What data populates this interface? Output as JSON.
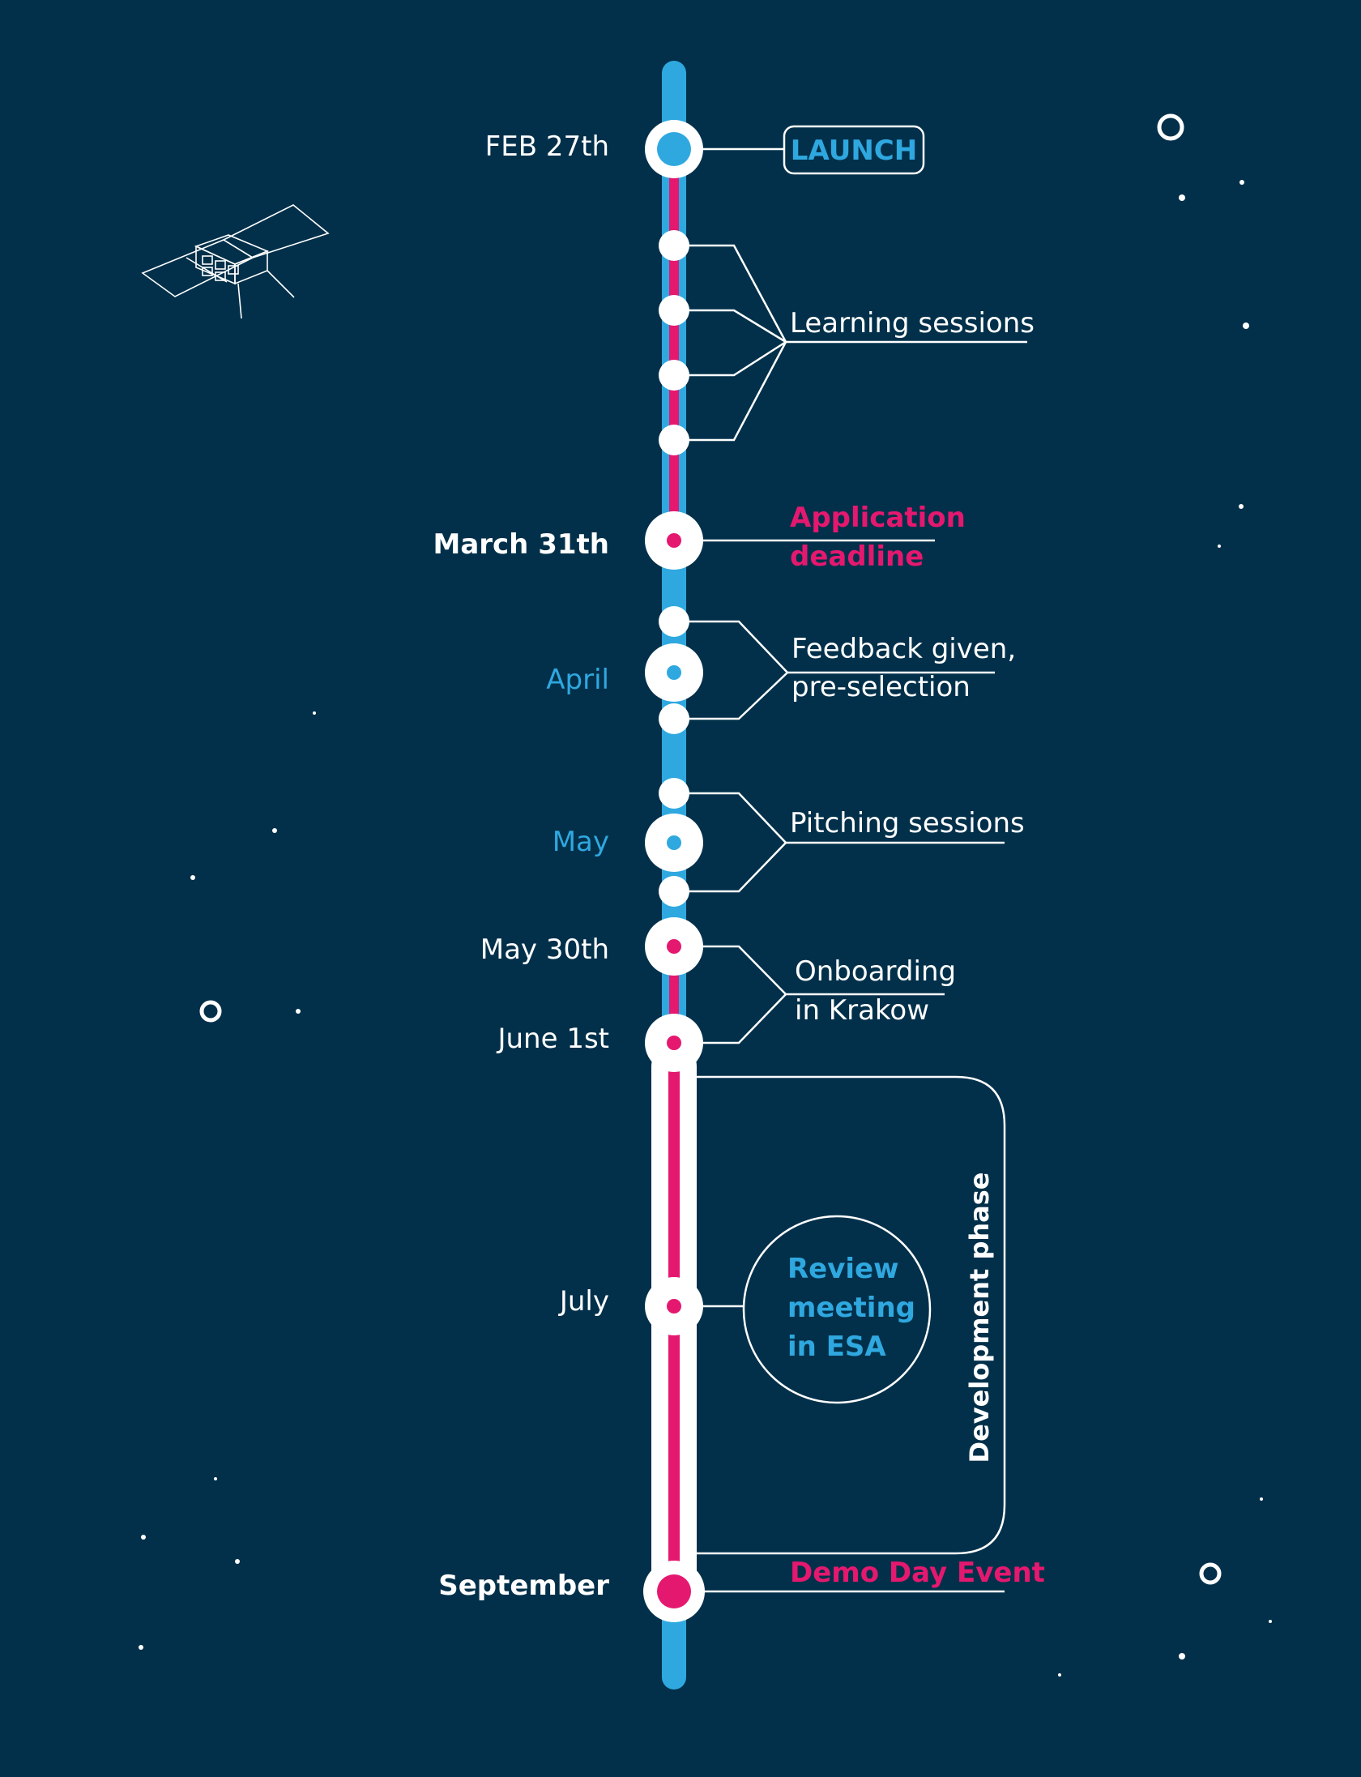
{
  "colors": {
    "background": "#02304a",
    "timeline_blue": "#2fa8e0",
    "accent_pink": "#e5186f",
    "white": "#ffffff"
  },
  "timeline": {
    "launch": {
      "date": "FEB 27th",
      "label": "LAUNCH"
    },
    "learning": {
      "label": "Learning sessions"
    },
    "deadline": {
      "date": "March 31th",
      "line1": "Application",
      "line2": "deadline"
    },
    "feedback": {
      "date": "April",
      "line1": "Feedback given,",
      "line2": "pre-selection"
    },
    "pitching": {
      "date": "May",
      "label": "Pitching sessions"
    },
    "onboarding": {
      "date_start": "May 30th",
      "date_end": "June 1st",
      "line1": "Onboarding",
      "line2": "in Krakow"
    },
    "review": {
      "date": "July",
      "line1": "Review",
      "line2": "meeting",
      "line3": "in ESA"
    },
    "development": {
      "label": "Development phase"
    },
    "demo": {
      "date": "September",
      "label": "Demo Day Event"
    }
  },
  "decorations": {
    "satellite": "satellite-outline-icon"
  }
}
